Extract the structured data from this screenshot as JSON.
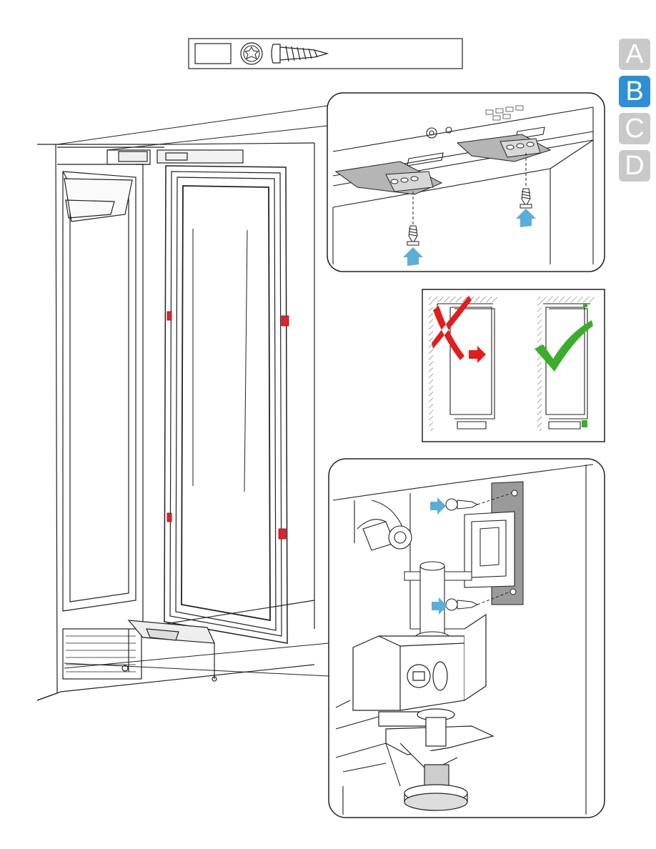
{
  "page": {
    "background": "#ffffff"
  },
  "hardware_box": {
    "icons": [
      "blank-label-box",
      "torx-drive-icon",
      "wood-screw-icon"
    ]
  },
  "section_tabs": {
    "items": [
      {
        "label": "A",
        "active": false
      },
      {
        "label": "B",
        "active": true
      },
      {
        "label": "C",
        "active": false
      },
      {
        "label": "D",
        "active": false
      }
    ],
    "active_color": "#2f8fd6",
    "inactive_color": "#c9c9c9"
  },
  "callouts": {
    "top_detail": {
      "icons": [
        "hinge-plate",
        "screw-icon",
        "up-arrow-icon"
      ]
    },
    "alignment_check": {
      "wrong_marker": "cross-icon",
      "right_marker": "check-icon",
      "wrong_color": "#e21d1d",
      "right_color": "#3aae2a"
    },
    "bottom_detail": {
      "icons": [
        "hinge-bracket",
        "screw-icon",
        "right-arrow-icon",
        "leveling-foot"
      ]
    }
  },
  "colors": {
    "arrow_blue": "#5aaed8",
    "accent_red": "#e0242a",
    "line": "#222222",
    "plate_gray": "#9a9a9a"
  }
}
